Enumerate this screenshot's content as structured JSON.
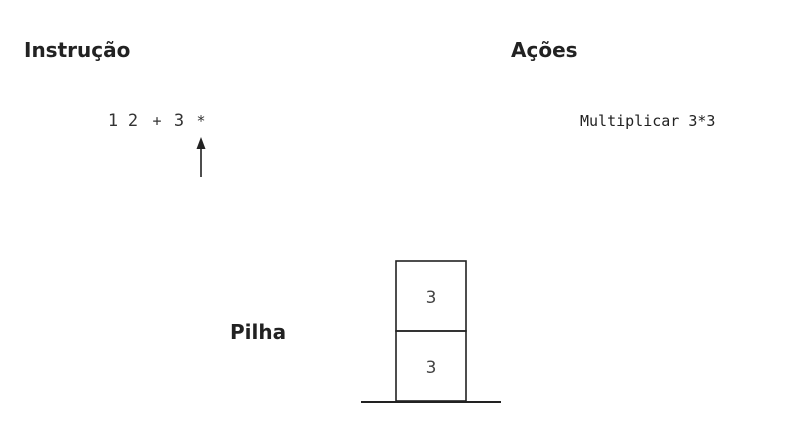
{
  "headings": {
    "instruction": "Instrução",
    "actions": "Ações",
    "stack": "Pilha"
  },
  "instruction": {
    "tokens": [
      "1",
      "2",
      "+",
      "3",
      "*"
    ],
    "pointer_index": 4
  },
  "actions": {
    "current": {
      "verb": "Multiplicar",
      "expression": "3*3"
    }
  },
  "stack": {
    "items": [
      "3",
      "3"
    ]
  }
}
